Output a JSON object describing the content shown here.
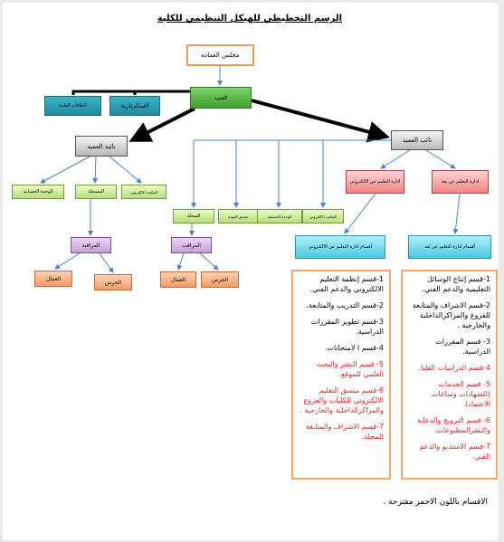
{
  "title": "الرسم التخطيطي للهيكل التنظيمي للكلية",
  "nodes": {
    "council": "مجلس العمادة",
    "dean": "العميد",
    "public_relations": "العلاقات العامة",
    "secretary": "السكرتارية",
    "vice_dean_f": "نائبة العميد",
    "vice_dean": "نائب العميد",
    "accounting_unit_left": "الوحدة الحسابية",
    "registry_left": "المسجلة",
    "electronic_office_left": "المكتب الالكتروني",
    "registry_mid": "السجلة",
    "quality_unit": "منسق الجودة",
    "accounting_unit_mid": "الوحدة الحسابية",
    "electronic_office_mid": "المكتب الالكتروني",
    "supervisor_f": "المراقبة",
    "supervisor": "المراقب",
    "workers_1": "العمال",
    "guards_1": "الحرس",
    "workers_2": "العمال",
    "guards_2": "الحرس",
    "elearning_admin": "ادارة التعليم عن الالكتروني",
    "distance_admin": "ادارة التعليم عن بعد",
    "elearning_depts": "أقسام ادارة التعليم عن الالكتروني",
    "distance_depts": "أقسام ادارة التعليم عن بُعد"
  },
  "elearning_list": [
    {
      "text": "1-قسم إنظمة التعليم الالكتروني والدعم الفني.",
      "proposed": false
    },
    {
      "text": "2-قسم التدريب والمتابعة.",
      "proposed": false
    },
    {
      "text": "3-قسم تطوير المقررات الدراسية.",
      "proposed": false
    },
    {
      "text": "4-قسم ا لامتحانات.",
      "proposed": false
    },
    {
      "text": "5- قسم النشر والبحث العلمي للموقع.",
      "proposed": true
    },
    {
      "text": "6-قسم منسق التعليم الالكتروني للكليات والفروع والمراكزالداخلية والخارجية .",
      "proposed": true
    },
    {
      "text": "7-قسم الاشراف والمتابعة للمجلة.",
      "proposed": true
    }
  ],
  "distance_list": [
    {
      "text": "1-قسم إنتاج الوسائل التعليمية والدعم الفني.",
      "proposed": false
    },
    {
      "text": "2-قسم الاشراف والمتابعة للفروع والمراكزالداخلية والخارجية .",
      "proposed": false
    },
    {
      "text": "3- قسم المقررات الدراسية.",
      "proposed": false
    },
    {
      "text": "4-قسم الدراسات العليا.",
      "proposed": true
    },
    {
      "text": "5- قسم الخدمات (للشهادات وساعات الاعتماد).",
      "proposed": true
    },
    {
      "text": "6- قسم الترويج والدعاية والنشرالمطبوعات.",
      "proposed": true
    },
    {
      "text": "7-قسم الاستديو والدعم الفني.",
      "proposed": true
    }
  ],
  "footnote": "الاقسام باللون الاحمر مقترحة .",
  "colors": {
    "proposed_text": "#e31e1e",
    "list_border": "#f5a56a",
    "connector_blue": "#4a86c6",
    "connector_black": "#000000"
  }
}
